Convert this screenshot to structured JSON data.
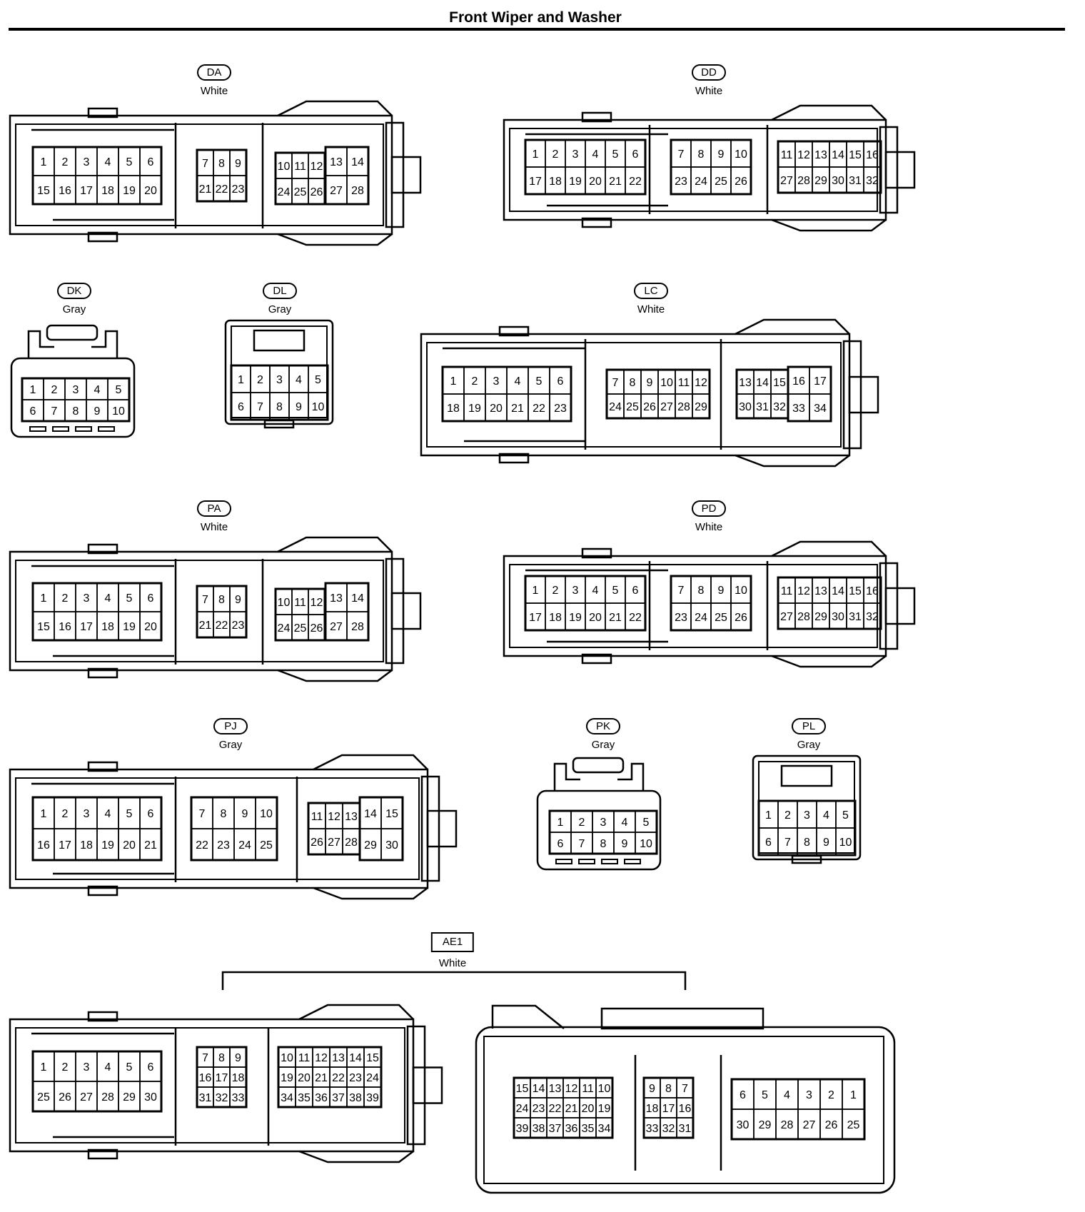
{
  "title": "Front Wiper and Washer",
  "connectors": [
    {
      "id": "DA",
      "color": "White",
      "groups": [
        {
          "rows": [
            [
              "1",
              "2",
              "3",
              "4",
              "5",
              "6"
            ],
            [
              "15",
              "16",
              "17",
              "18",
              "19",
              "20"
            ]
          ]
        },
        {
          "rows": [
            [
              "7",
              "8",
              "9"
            ],
            [
              "21",
              "22",
              "23"
            ]
          ]
        },
        {
          "rows": [
            [
              "10",
              "11",
              "12"
            ],
            [
              "24",
              "25",
              "26"
            ]
          ]
        },
        {
          "rows": [
            [
              "13",
              "14"
            ],
            [
              "27",
              "28"
            ]
          ]
        }
      ]
    },
    {
      "id": "DD",
      "color": "White",
      "groups": [
        {
          "rows": [
            [
              "1",
              "2",
              "3",
              "4",
              "5",
              "6"
            ],
            [
              "17",
              "18",
              "19",
              "20",
              "21",
              "22"
            ]
          ]
        },
        {
          "rows": [
            [
              "7",
              "8",
              "9",
              "10"
            ],
            [
              "23",
              "24",
              "25",
              "26"
            ]
          ]
        },
        {
          "rows": [
            [
              "11",
              "12",
              "13",
              "14",
              "15",
              "16"
            ],
            [
              "27",
              "28",
              "29",
              "30",
              "31",
              "32"
            ]
          ]
        }
      ]
    },
    {
      "id": "DK",
      "color": "Gray",
      "groups": [
        {
          "rows": [
            [
              "1",
              "2",
              "3",
              "4",
              "5"
            ],
            [
              "6",
              "7",
              "8",
              "9",
              "10"
            ]
          ]
        }
      ]
    },
    {
      "id": "DL",
      "color": "Gray",
      "groups": [
        {
          "rows": [
            [
              "1",
              "2",
              "3",
              "4",
              "5"
            ],
            [
              "6",
              "7",
              "8",
              "9",
              "10"
            ]
          ]
        }
      ]
    },
    {
      "id": "LC",
      "color": "White",
      "groups": [
        {
          "rows": [
            [
              "1",
              "2",
              "3",
              "4",
              "5",
              "6"
            ],
            [
              "18",
              "19",
              "20",
              "21",
              "22",
              "23"
            ]
          ]
        },
        {
          "rows": [
            [
              "7",
              "8",
              "9",
              "10",
              "11",
              "12"
            ],
            [
              "24",
              "25",
              "26",
              "27",
              "28",
              "29"
            ]
          ]
        },
        {
          "rows": [
            [
              "13",
              "14",
              "15"
            ],
            [
              "30",
              "31",
              "32"
            ]
          ]
        },
        {
          "rows": [
            [
              "16",
              "17"
            ],
            [
              "33",
              "34"
            ]
          ]
        }
      ]
    },
    {
      "id": "PA",
      "color": "White",
      "groups": [
        {
          "rows": [
            [
              "1",
              "2",
              "3",
              "4",
              "5",
              "6"
            ],
            [
              "15",
              "16",
              "17",
              "18",
              "19",
              "20"
            ]
          ]
        },
        {
          "rows": [
            [
              "7",
              "8",
              "9"
            ],
            [
              "21",
              "22",
              "23"
            ]
          ]
        },
        {
          "rows": [
            [
              "10",
              "11",
              "12"
            ],
            [
              "24",
              "25",
              "26"
            ]
          ]
        },
        {
          "rows": [
            [
              "13",
              "14"
            ],
            [
              "27",
              "28"
            ]
          ]
        }
      ]
    },
    {
      "id": "PD",
      "color": "White",
      "groups": [
        {
          "rows": [
            [
              "1",
              "2",
              "3",
              "4",
              "5",
              "6"
            ],
            [
              "17",
              "18",
              "19",
              "20",
              "21",
              "22"
            ]
          ]
        },
        {
          "rows": [
            [
              "7",
              "8",
              "9",
              "10"
            ],
            [
              "23",
              "24",
              "25",
              "26"
            ]
          ]
        },
        {
          "rows": [
            [
              "11",
              "12",
              "13",
              "14",
              "15",
              "16"
            ],
            [
              "27",
              "28",
              "29",
              "30",
              "31",
              "32"
            ]
          ]
        }
      ]
    },
    {
      "id": "PJ",
      "color": "Gray",
      "groups": [
        {
          "rows": [
            [
              "1",
              "2",
              "3",
              "4",
              "5",
              "6"
            ],
            [
              "16",
              "17",
              "18",
              "19",
              "20",
              "21"
            ]
          ]
        },
        {
          "rows": [
            [
              "7",
              "8",
              "9",
              "10"
            ],
            [
              "22",
              "23",
              "24",
              "25"
            ]
          ]
        },
        {
          "rows": [
            [
              "11",
              "12",
              "13"
            ],
            [
              "26",
              "27",
              "28"
            ]
          ]
        },
        {
          "rows": [
            [
              "14",
              "15"
            ],
            [
              "29",
              "30"
            ]
          ]
        }
      ]
    },
    {
      "id": "PK",
      "color": "Gray",
      "groups": [
        {
          "rows": [
            [
              "1",
              "2",
              "3",
              "4",
              "5"
            ],
            [
              "6",
              "7",
              "8",
              "9",
              "10"
            ]
          ]
        }
      ]
    },
    {
      "id": "PL",
      "color": "Gray",
      "groups": [
        {
          "rows": [
            [
              "1",
              "2",
              "3",
              "4",
              "5"
            ],
            [
              "6",
              "7",
              "8",
              "9",
              "10"
            ]
          ]
        }
      ]
    },
    {
      "id": "AE1",
      "color": "White",
      "groups": [
        {
          "rows": [
            [
              "1",
              "2",
              "3",
              "4",
              "5",
              "6"
            ],
            [
              "25",
              "26",
              "27",
              "28",
              "29",
              "30"
            ]
          ]
        },
        {
          "rows": [
            [
              "7",
              "8",
              "9"
            ],
            [
              "16",
              "17",
              "18"
            ],
            [
              "31",
              "32",
              "33"
            ]
          ]
        },
        {
          "rows": [
            [
              "10",
              "11",
              "12",
              "13",
              "14",
              "15"
            ],
            [
              "19",
              "20",
              "21",
              "22",
              "23",
              "24"
            ],
            [
              "34",
              "35",
              "36",
              "37",
              "38",
              "39"
            ]
          ]
        },
        {
          "rows": [
            [
              "15",
              "14",
              "13",
              "12",
              "11",
              "10"
            ],
            [
              "24",
              "23",
              "22",
              "21",
              "20",
              "19"
            ],
            [
              "39",
              "38",
              "37",
              "36",
              "35",
              "34"
            ]
          ]
        },
        {
          "rows": [
            [
              "9",
              "8",
              "7"
            ],
            [
              "18",
              "17",
              "16"
            ],
            [
              "33",
              "32",
              "31"
            ]
          ]
        },
        {
          "rows": [
            [
              "6",
              "5",
              "4",
              "3",
              "2",
              "1"
            ],
            [
              "30",
              "29",
              "28",
              "27",
              "26",
              "25"
            ]
          ]
        }
      ]
    }
  ]
}
